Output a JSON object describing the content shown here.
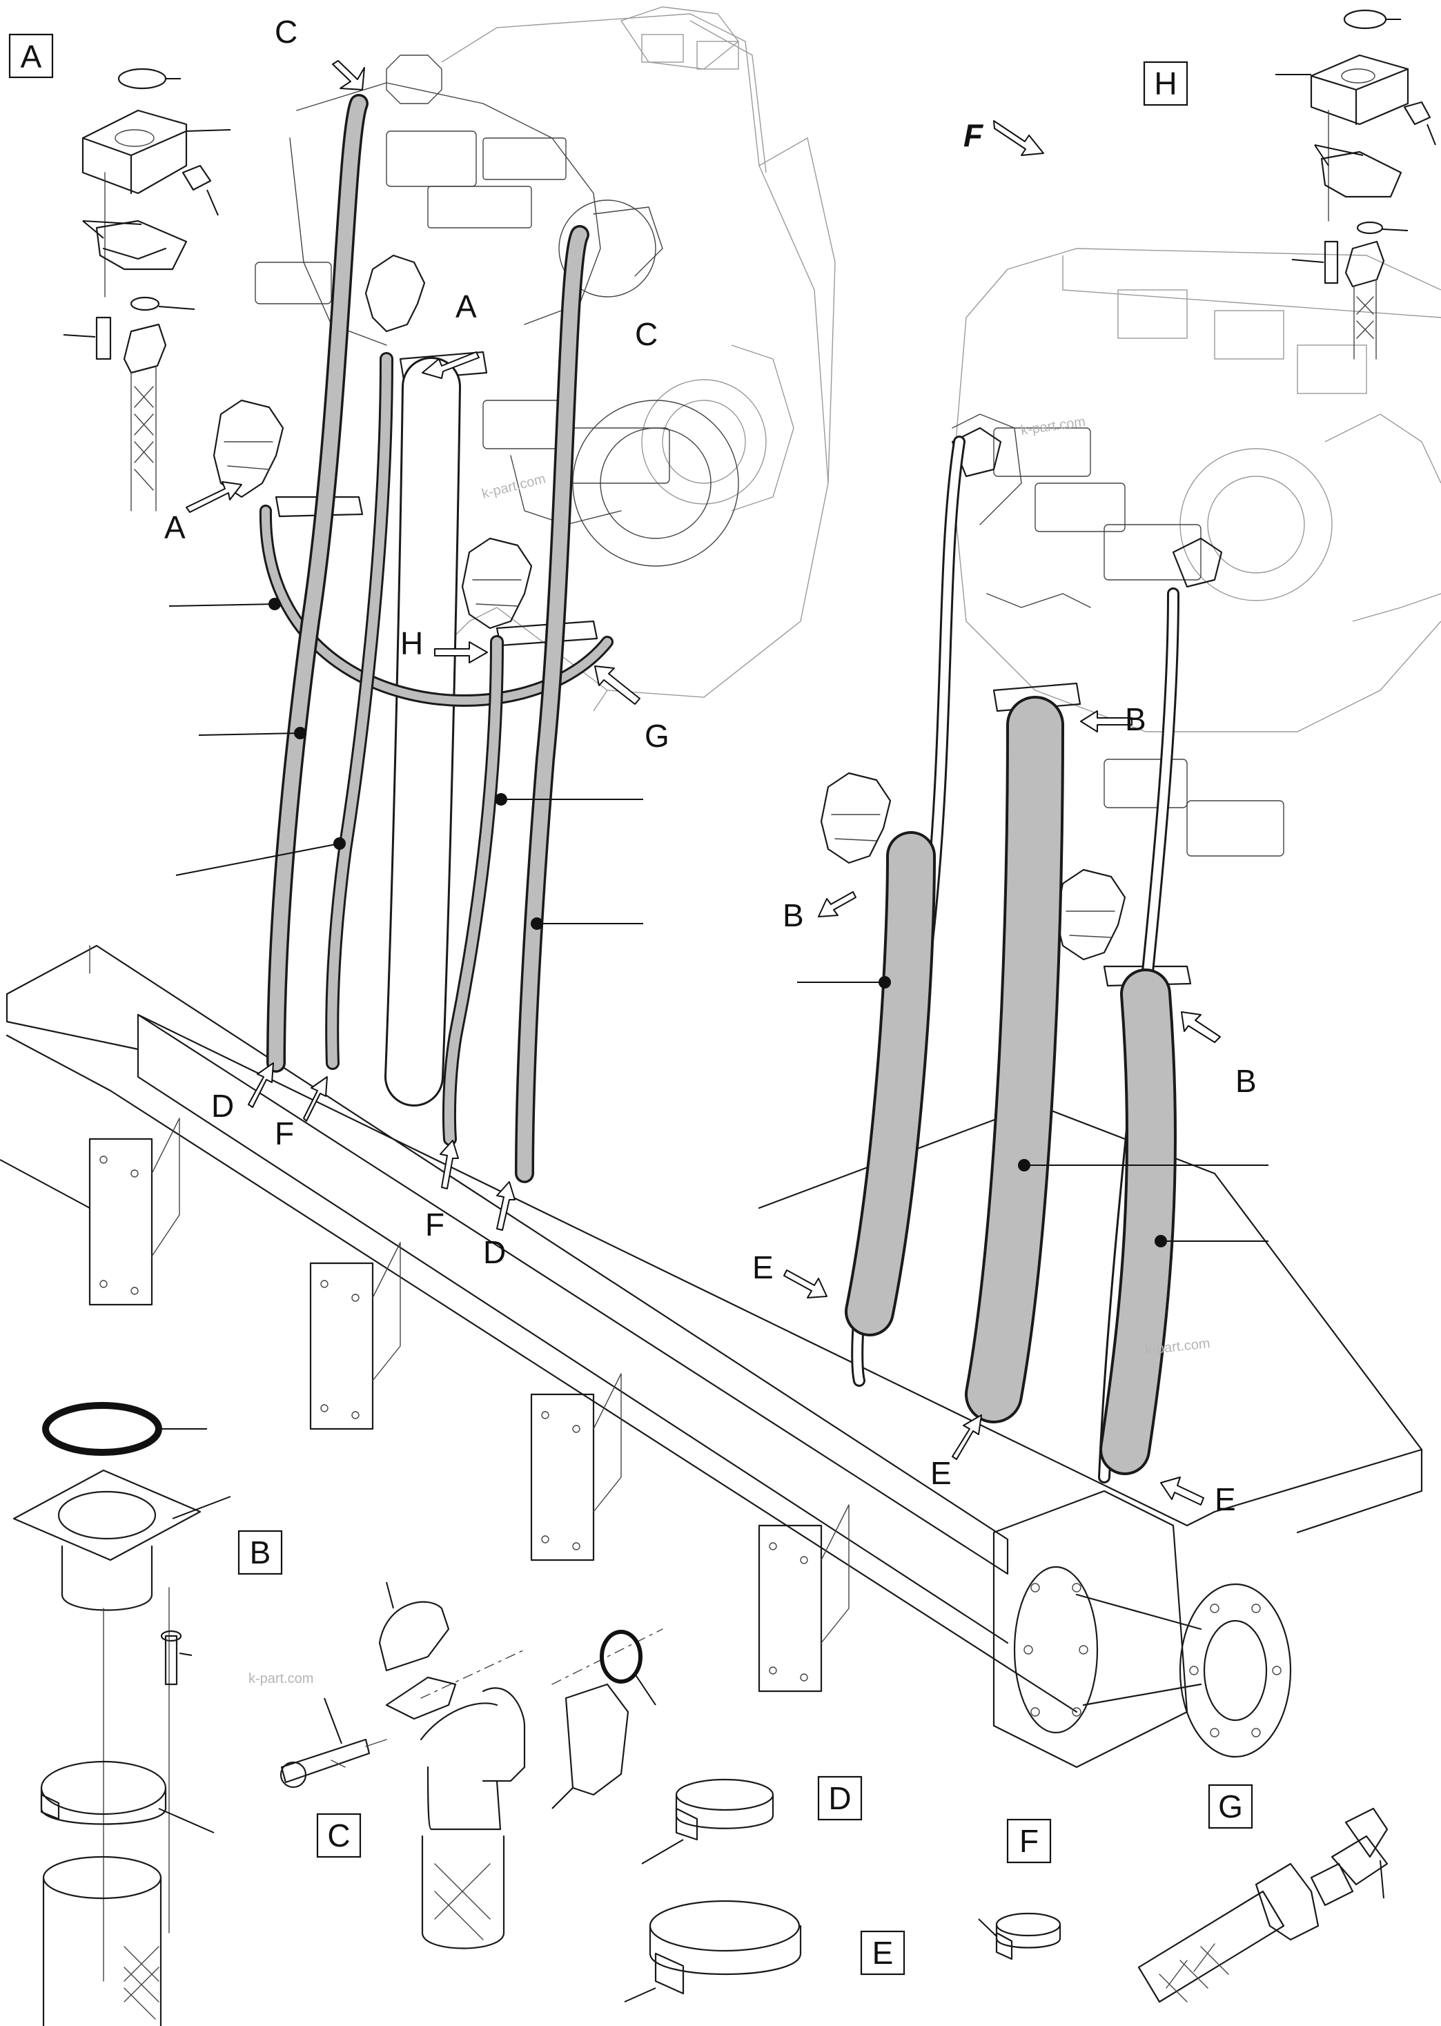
{
  "callouts": {
    "A": "A",
    "B": "B",
    "C": "C",
    "D": "D",
    "E": "E",
    "F": "F",
    "G": "G",
    "H": "H"
  },
  "view_arrow": {
    "letter": "F"
  },
  "detail_boxes": [
    "A",
    "H",
    "B",
    "C",
    "D",
    "F",
    "G",
    "E"
  ],
  "watermark": "k-part.com"
}
